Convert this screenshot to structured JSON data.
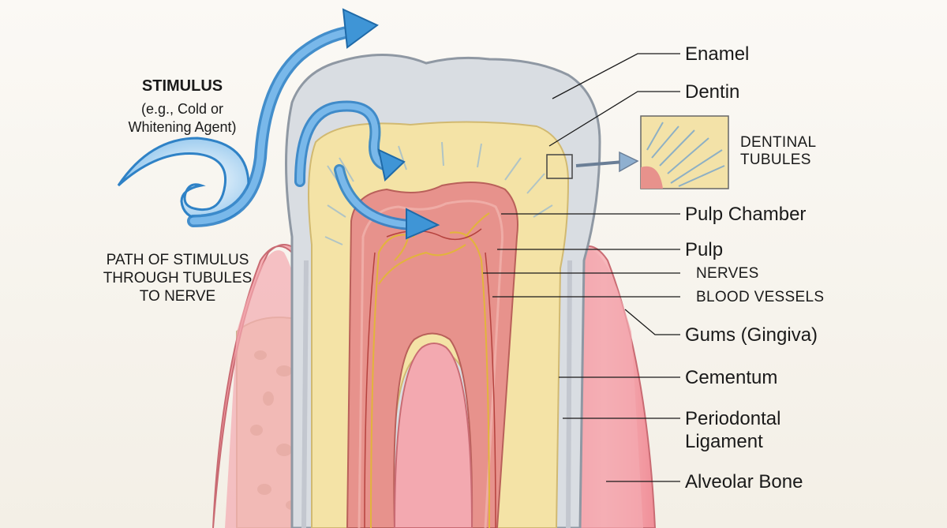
{
  "stimulus": {
    "title": "STIMULUS",
    "line1": "(e.g., Cold or",
    "line2": "Whitening Agent)"
  },
  "path_caption": {
    "line1": "PATH OF STIMULUS",
    "line2": "THROUGH TUBULES",
    "line3": "TO NERVE"
  },
  "inset": {
    "line1": "DENTINAL",
    "line2": "TUBULES"
  },
  "labels": {
    "enamel": "Enamel",
    "dentin": "Dentin",
    "pulp_chamber": "Pulp Chamber",
    "pulp": "Pulp",
    "nerves": "NERVES",
    "blood_vessels": "BLOOD VESSELS",
    "gums": "Gums (Gingiva)",
    "cementum": "Cementum",
    "periodontal_1": "Periodontal",
    "periodontal_2": "Ligament",
    "alveolar_bone": "Alveolar Bone"
  },
  "colors": {
    "background": "#f7f4ee",
    "enamel": "#d9dde2",
    "dentin": "#f4e3a6",
    "pulp": "#e7928c",
    "gum": "#ef9ea6",
    "bone": "#ede0c2",
    "arrow": "#3f95d6",
    "nerve": "#e2b43c"
  }
}
